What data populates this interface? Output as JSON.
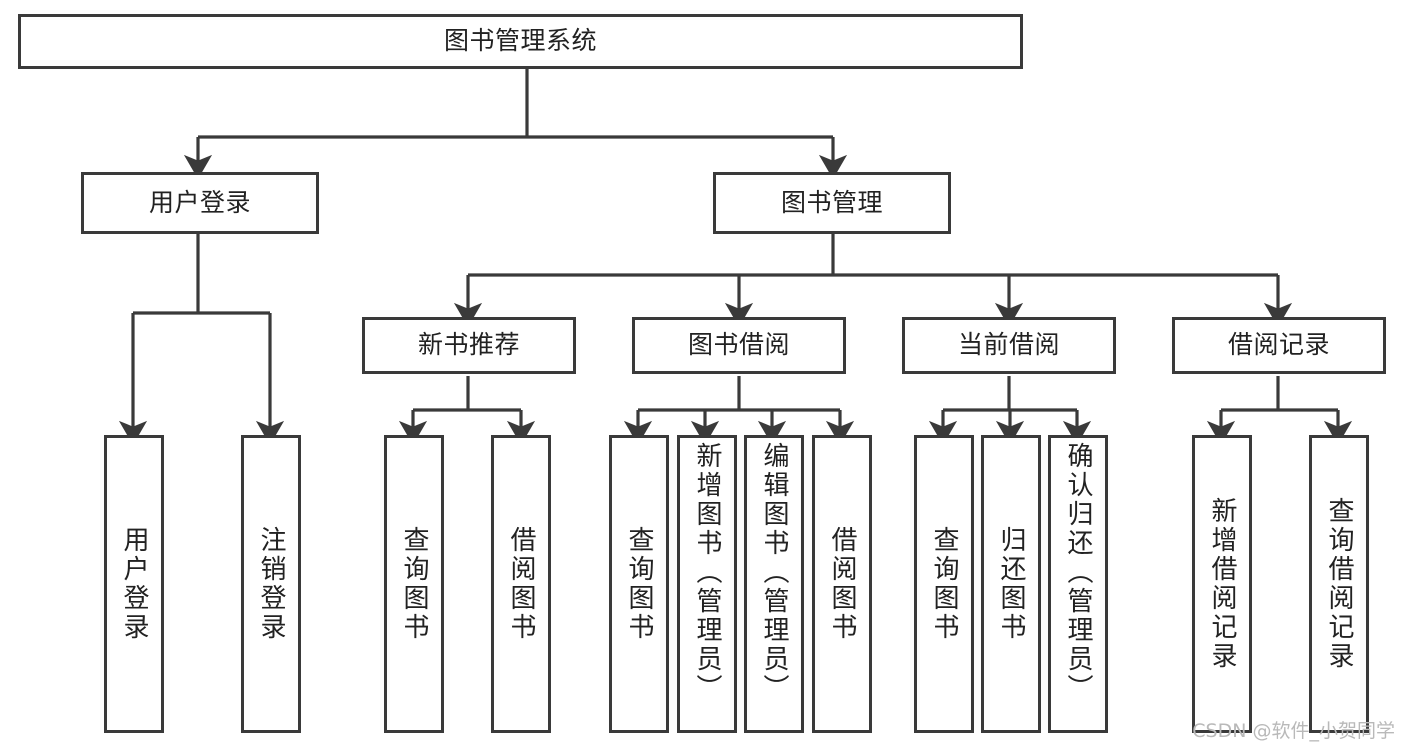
{
  "diagram": {
    "type": "tree-hierarchy",
    "title": "图书管理系统",
    "watermark": "CSDN @软件_小贺同学",
    "colors": {
      "box_border": "#3a3a3a",
      "box_fill": "#ffffff",
      "connector": "#3a3a3a",
      "text": "#222222",
      "watermark": "#b9b9b9"
    },
    "root": {
      "id": "root",
      "label": "图书管理系统"
    },
    "level2": [
      {
        "id": "user-login",
        "label": "用户登录"
      },
      {
        "id": "book-manage",
        "label": "图书管理"
      }
    ],
    "level3": [
      {
        "id": "new-book-rec",
        "label": "新书推荐",
        "parent": "book-manage"
      },
      {
        "id": "book-borrow",
        "label": "图书借阅",
        "parent": "book-manage"
      },
      {
        "id": "current-borrow",
        "label": "当前借阅",
        "parent": "book-manage"
      },
      {
        "id": "borrow-record",
        "label": "借阅记录",
        "parent": "book-manage"
      }
    ],
    "leaves": [
      {
        "id": "leaf-user-login",
        "label": "用户登录",
        "parent": "user-login"
      },
      {
        "id": "leaf-logout",
        "label": "注销登录",
        "parent": "user-login"
      },
      {
        "id": "leaf-query-book-1",
        "label": "查询图书",
        "parent": "new-book-rec"
      },
      {
        "id": "leaf-borrow-book-1",
        "label": "借阅图书",
        "parent": "new-book-rec"
      },
      {
        "id": "leaf-query-book-2",
        "label": "查询图书",
        "parent": "book-borrow"
      },
      {
        "id": "leaf-add-book",
        "label": "新增图书（管理员）",
        "parent": "book-borrow"
      },
      {
        "id": "leaf-edit-book",
        "label": "编辑图书（管理员）",
        "parent": "book-borrow"
      },
      {
        "id": "leaf-borrow-book-2",
        "label": "借阅图书",
        "parent": "book-borrow"
      },
      {
        "id": "leaf-query-book-3",
        "label": "查询图书",
        "parent": "current-borrow"
      },
      {
        "id": "leaf-return-book",
        "label": "归还图书",
        "parent": "current-borrow"
      },
      {
        "id": "leaf-confirm-return",
        "label": "确认归还（管理员）",
        "parent": "current-borrow"
      },
      {
        "id": "leaf-add-record",
        "label": "新增借阅记录",
        "parent": "borrow-record"
      },
      {
        "id": "leaf-query-record",
        "label": "查询借阅记录",
        "parent": "borrow-record"
      }
    ]
  }
}
